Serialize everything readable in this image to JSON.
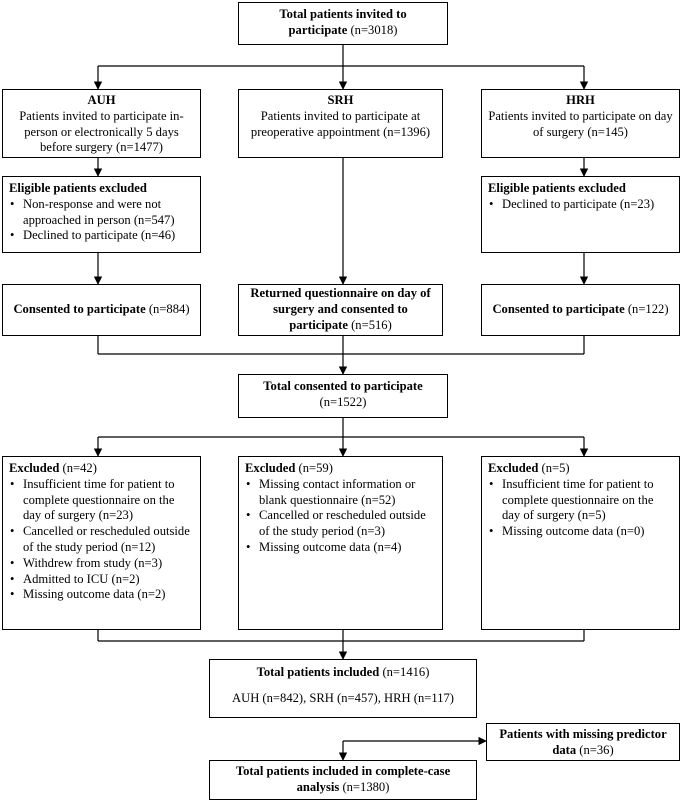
{
  "total_invited": {
    "title": "Total patients invited to",
    "title2": "participate",
    "count": "(n=3018)"
  },
  "sites": [
    {
      "name": "AUH",
      "desc": "Patients invited to participate in-person or electronically 5 days before surgery (n=1477)"
    },
    {
      "name": "SRH",
      "desc": "Patients invited to participate at preoperative appointment (n=1396)"
    },
    {
      "name": "HRH",
      "desc": "Patients invited to participate on day of surgery (n=145)"
    }
  ],
  "eligible_excluded": [
    {
      "title": "Eligible patients excluded",
      "items": [
        "Non-response and were not approached in person (n=547)",
        "Declined to participate (n=46)"
      ]
    },
    {
      "title": "Eligible patients excluded",
      "items": [
        "Declined to participate (n=23)"
      ]
    }
  ],
  "consented": [
    {
      "label": "Consented to participate",
      "count": "(n=884)"
    },
    {
      "label": "Returned questionnaire on day of surgery and consented to participate",
      "count": "(n=516)"
    },
    {
      "label": "Consented to participate",
      "count": "(n=122)"
    }
  ],
  "total_consented": {
    "title": "Total consented to participate",
    "count": "(n=1522)"
  },
  "excluded": [
    {
      "title": "Excluded",
      "count": "(n=42)",
      "items": [
        "Insufficient time for patient to complete questionnaire on the day of surgery (n=23)",
        "Cancelled or rescheduled outside of the study period (n=12)",
        "Withdrew from study (n=3)",
        "Admitted to ICU (n=2)",
        "Missing outcome data (n=2)"
      ]
    },
    {
      "title": "Excluded",
      "count": "(n=59)",
      "items": [
        "Missing contact information or blank questionnaire (n=52)",
        "Cancelled or rescheduled outside of the study period (n=3)",
        "Missing outcome data (n=4)"
      ]
    },
    {
      "title": "Excluded",
      "count": "(n=5)",
      "items": [
        "Insufficient time for patient to complete questionnaire on the day of surgery (n=5)",
        "Missing outcome data (n=0)"
      ]
    }
  ],
  "total_included": {
    "title": "Total patients included",
    "count": "(n=1416)",
    "breakdown": "AUH (n=842), SRH (n=457), HRH (n=117)"
  },
  "missing_predictor": {
    "title": "Patients with missing predictor data",
    "count": "(n=36)"
  },
  "complete_case": {
    "title": "Total patients included in complete-case analysis",
    "count": "(n=1380)"
  }
}
